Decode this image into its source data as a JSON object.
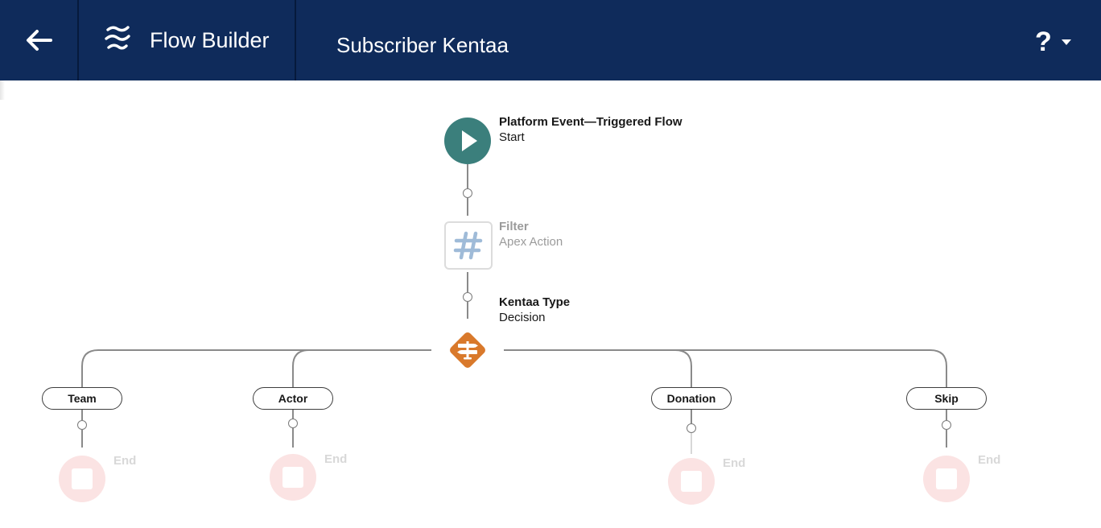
{
  "header": {
    "app_title": "Flow Builder",
    "flow_title": "Subscriber Kentaa",
    "help_label": "?"
  },
  "start": {
    "title": "Platform Event—Triggered Flow",
    "subtitle": "Start"
  },
  "action": {
    "title": "Filter",
    "subtitle": "Apex Action"
  },
  "decision": {
    "title": "Kentaa Type",
    "subtitle": "Decision"
  },
  "outcomes": [
    {
      "label": "Team",
      "end_label": "End"
    },
    {
      "label": "Actor",
      "end_label": "End"
    },
    {
      "label": "Donation",
      "end_label": "End"
    },
    {
      "label": "Skip",
      "end_label": "End"
    }
  ],
  "colors": {
    "header_bg": "#0f2b5b",
    "start_node": "#3b7f7c",
    "decision_node": "#d9792b",
    "end_node": "#fbe3e3",
    "connector_line": "#8a8a8a"
  }
}
